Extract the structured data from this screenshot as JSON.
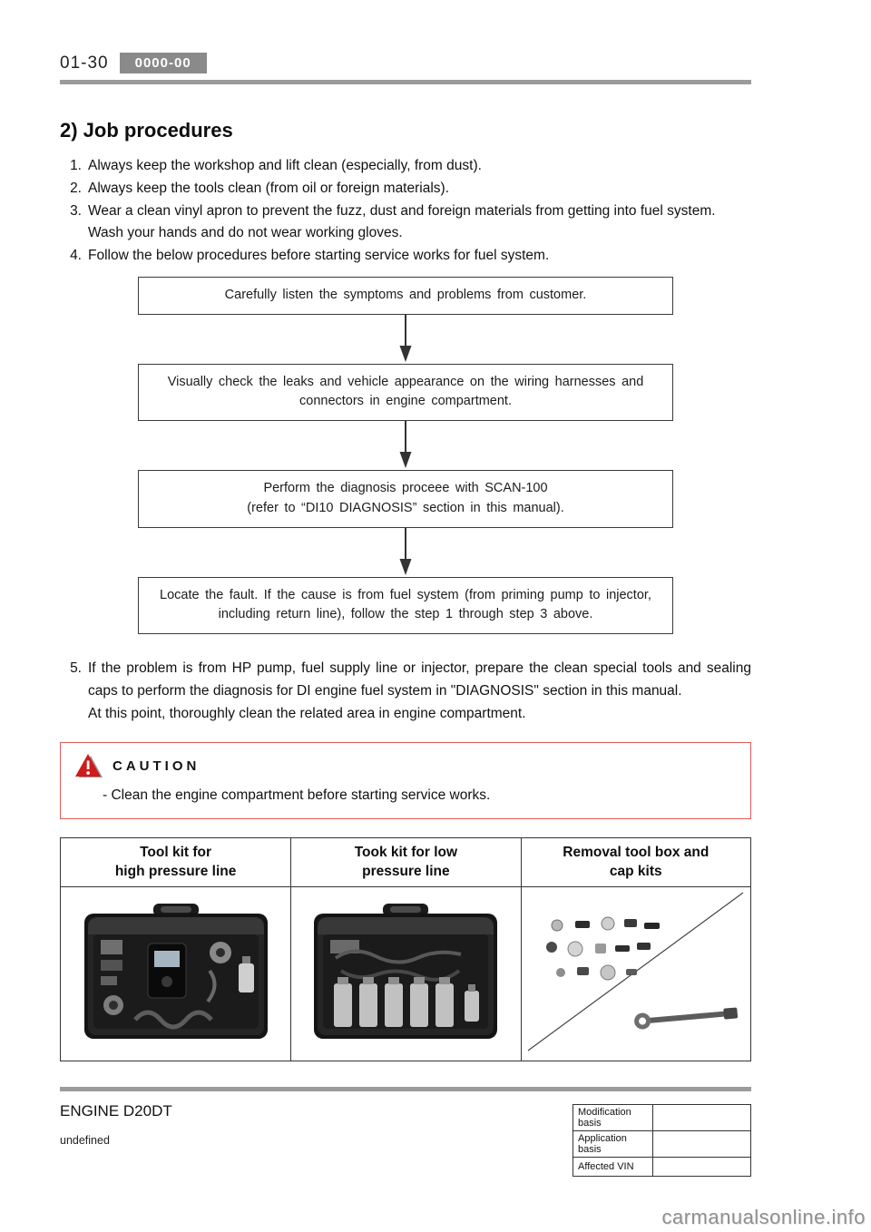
{
  "header": {
    "page": "01-30",
    "code": "0000-00"
  },
  "title": "2) Job procedures",
  "steps": [
    {
      "num": "1.",
      "text": "Always keep the workshop and lift clean (especially, from dust)."
    },
    {
      "num": "2.",
      "text": "Always keep the tools clean (from oil or foreign materials)."
    },
    {
      "num": "3.",
      "text": "Wear a clean vinyl apron to prevent the fuzz, dust and foreign materials from getting into fuel system.\nWash your hands and do not wear working gloves."
    },
    {
      "num": "4.",
      "text": "Follow the below procedures before starting service works for fuel system."
    }
  ],
  "flow": [
    "Carefully listen the symptoms and problems from customer.",
    "Visually check the leaks and vehicle appearance on the wiring harnesses and connectors in engine compartment.",
    "Perform the diagnosis proceee with SCAN-100\n(refer to “DI10 DIAGNOSIS” section in this manual).",
    "Locate the fault. If the cause is from fuel system (from priming pump to injector, including return line), follow the step 1 through step 3 above."
  ],
  "step5": {
    "num": "5.",
    "text": "If the problem is from HP pump, fuel supply line or injector, prepare the clean special tools and sealing caps to perform the diagnosis for DI engine fuel system in \"DIAGNOSIS\" section in this manual.\nAt this point, thoroughly clean the related area in engine compartment."
  },
  "caution": {
    "label": "CAUTION",
    "text": "- Clean the engine compartment before starting service works."
  },
  "tools": {
    "headers": [
      "Tool kit for\nhigh pressure line",
      "Took kit for low\npressure line",
      "Removal tool box and\ncap kits"
    ]
  },
  "footer": {
    "engine": "ENGINE D20DT",
    "note": "undefined"
  },
  "basis": [
    "Modification basis",
    "Application basis",
    "Affected VIN"
  ],
  "watermark": "carmanualsonline.info"
}
